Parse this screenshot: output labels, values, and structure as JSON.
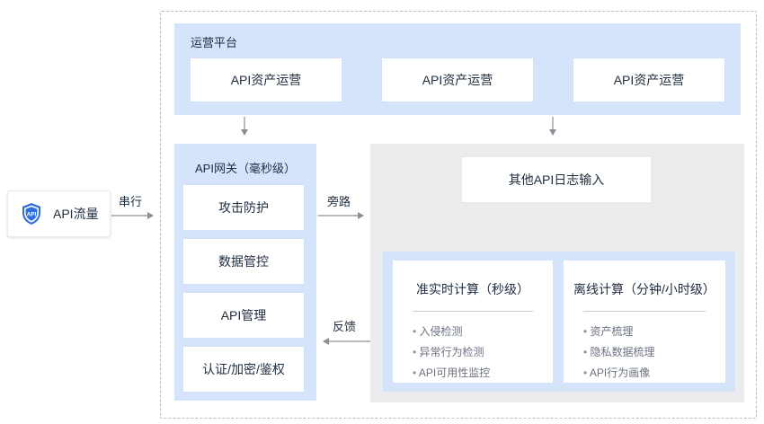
{
  "source": {
    "label": "API流量",
    "icon_text": "API",
    "icon": "shield-api-icon"
  },
  "edges": {
    "serial": "串行",
    "bypass": "旁路",
    "feedback": "反馈"
  },
  "ops_platform": {
    "title": "运营平台",
    "items": [
      "API资产运营",
      "API资产运营",
      "API资产运营"
    ]
  },
  "gateway": {
    "title": "API网关（毫秒级）",
    "items": [
      "攻击防护",
      "数据管控",
      "API管理",
      "认证/加密/鉴权"
    ]
  },
  "log_input": {
    "label": "其他API日志输入"
  },
  "realtime": {
    "title": "准实时计算（秒级）",
    "items": [
      "入侵检测",
      "异常行为检测",
      "API可用性监控"
    ]
  },
  "offline": {
    "title": "离线计算（分钟/小时级）",
    "items": [
      "资产梳理",
      "隐私数据梳理",
      "API行为画像"
    ]
  },
  "colors": {
    "blue_panel": "#d6e4fb",
    "gray_panel": "#ececee",
    "arrow": "#8a8f98",
    "shield": "#2f6fdb"
  }
}
